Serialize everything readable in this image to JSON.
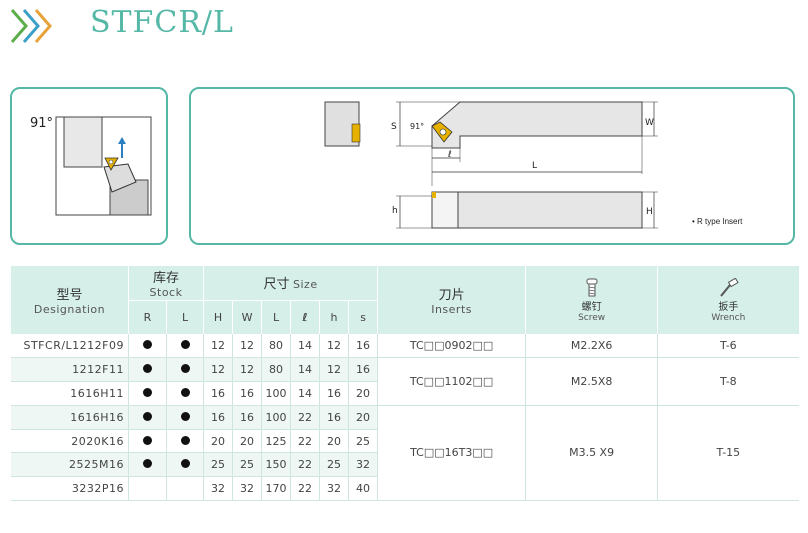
{
  "header": {
    "title": "STFCR/L"
  },
  "diagram": {
    "angle_label": "91°",
    "right_angle_label": "91°",
    "dim_labels": {
      "S": "S",
      "W": "W",
      "L": "L",
      "l": "ℓ",
      "h": "h",
      "H": "H"
    },
    "note": "• R type Insert"
  },
  "table": {
    "headers": {
      "designation_zh": "型号",
      "designation_en": "Designation",
      "stock_zh": "库存",
      "stock_en": "Stock",
      "size_zh": "尺寸",
      "size_en": "Size",
      "inserts_zh": "刀片",
      "inserts_en": "Inserts",
      "screw_zh": "螺钉",
      "screw_en": "Screw",
      "wrench_zh": "扳手",
      "wrench_en": "Wrench",
      "sub": [
        "R",
        "L",
        "H",
        "W",
        "L",
        "ℓ",
        "h",
        "s"
      ]
    },
    "rows": [
      {
        "designation": "STFCR/L1212F09",
        "R": true,
        "L": true,
        "H": "12",
        "W": "12",
        "Lv": "80",
        "l": "14",
        "h": "12",
        "s": "16"
      },
      {
        "designation": "1212F11",
        "R": true,
        "L": true,
        "H": "12",
        "W": "12",
        "Lv": "80",
        "l": "14",
        "h": "12",
        "s": "16"
      },
      {
        "designation": "1616H11",
        "R": true,
        "L": true,
        "H": "16",
        "W": "16",
        "Lv": "100",
        "l": "14",
        "h": "16",
        "s": "20"
      },
      {
        "designation": "1616H16",
        "R": true,
        "L": true,
        "H": "16",
        "W": "16",
        "Lv": "100",
        "l": "22",
        "h": "16",
        "s": "20"
      },
      {
        "designation": "2020K16",
        "R": true,
        "L": true,
        "H": "20",
        "W": "20",
        "Lv": "125",
        "l": "22",
        "h": "20",
        "s": "25"
      },
      {
        "designation": "2525M16",
        "R": true,
        "L": true,
        "H": "25",
        "W": "25",
        "Lv": "150",
        "l": "22",
        "h": "25",
        "s": "32"
      },
      {
        "designation": "3232P16",
        "R": false,
        "L": false,
        "H": "32",
        "W": "32",
        "Lv": "170",
        "l": "22",
        "h": "32",
        "s": "40"
      }
    ],
    "groups": [
      {
        "insert": "TC□□0902□□",
        "screw": "M2.2X6",
        "wrench": "T-6"
      },
      {
        "insert": "TC□□1102□□",
        "screw": "M2.5X8",
        "wrench": "T-8"
      },
      {
        "insert": "TC□□16T3□□",
        "screw": "M3.5 X9",
        "wrench": "T-15"
      }
    ]
  }
}
